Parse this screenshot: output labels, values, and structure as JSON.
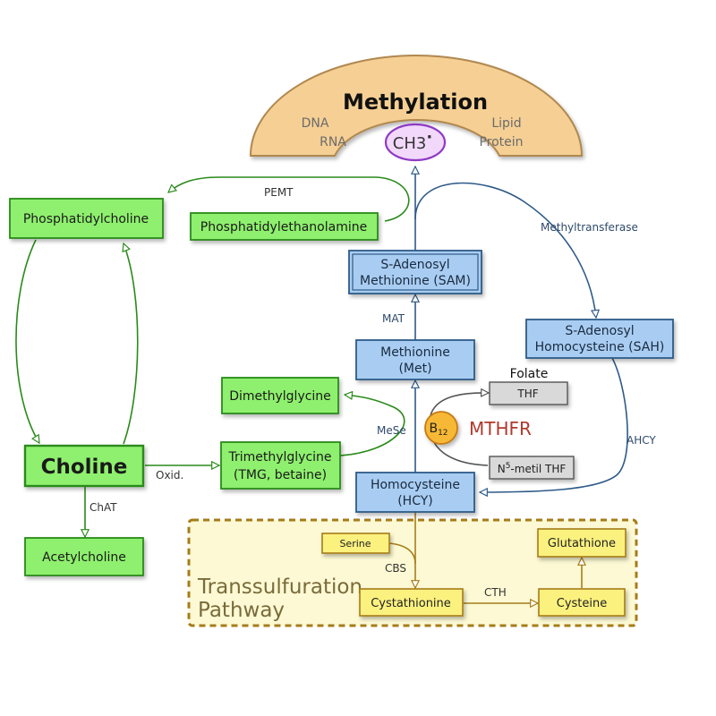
{
  "methylation": {
    "title": "Methylation",
    "dna": "DNA",
    "rna": "RNA",
    "lipid": "Lipid",
    "protein": "Protein",
    "ch3": "CH3",
    "ch3_dot": "·"
  },
  "nodes": {
    "phosphatidylcholine": "Phosphatidylcholine",
    "phosphatidylethanolamine": "Phosphatidylethanolamine",
    "sam_line1": "S-Adenosyl",
    "sam_line2": "Methionine (SAM)",
    "sah_line1": "S-Adenosyl",
    "sah_line2": "Homocysteine (SAH)",
    "methionine_line1": "Methionine",
    "methionine_line2": "(Met)",
    "dimethylglycine": "Dimethylglycine",
    "tmg_line1": "Trimethylglycine",
    "tmg_line2": "(TMG, betaine)",
    "choline": "Choline",
    "acetylcholine": "Acetylcholine",
    "homocysteine_line1": "Homocysteine",
    "homocysteine_line2": "(HCY)",
    "folate": "Folate",
    "thf": "THF",
    "n5_prefix": "N",
    "n5_sup": "5",
    "n5_suffix": "-metil THF",
    "b12_main": "B",
    "b12_sub": "12",
    "mthfr": "MTHFR",
    "serine": "Serine",
    "cystathionine": "Cystathionine",
    "cysteine": "Cysteine",
    "glutathione": "Glutathione",
    "transsulfuration_line1": "Transsulfuration",
    "transsulfuration_line2": "Pathway"
  },
  "edges": {
    "pemt": "PEMT",
    "methyltransferase": "Methyltransferase",
    "mat": "MAT",
    "mese": "MeSe",
    "ahcy": "AHCY",
    "oxid": "Oxid.",
    "chat": "ChAT",
    "cbs": "CBS",
    "cth": "CTH"
  },
  "colors": {
    "green_fill": "#8ef06e",
    "green_stroke": "#2a8a1a",
    "blue_fill": "#a9cdf2",
    "blue_stroke": "#2e5a88",
    "arc_fill": "#f5cf94",
    "arc_stroke": "#b08850",
    "ch3_fill": "#f2d9fb",
    "ch3_stroke": "#8f3ac4",
    "b12_fill": "#f7b934",
    "b12_stroke": "#c57a12",
    "mthfr": "#b03a2e",
    "gray_fill": "#d9d9d9",
    "yellow_fill": "#fbf17f",
    "yellow_stroke": "#a67c1a",
    "region_fill": "#fcf9d4",
    "region_stroke": "#a67c1a"
  }
}
